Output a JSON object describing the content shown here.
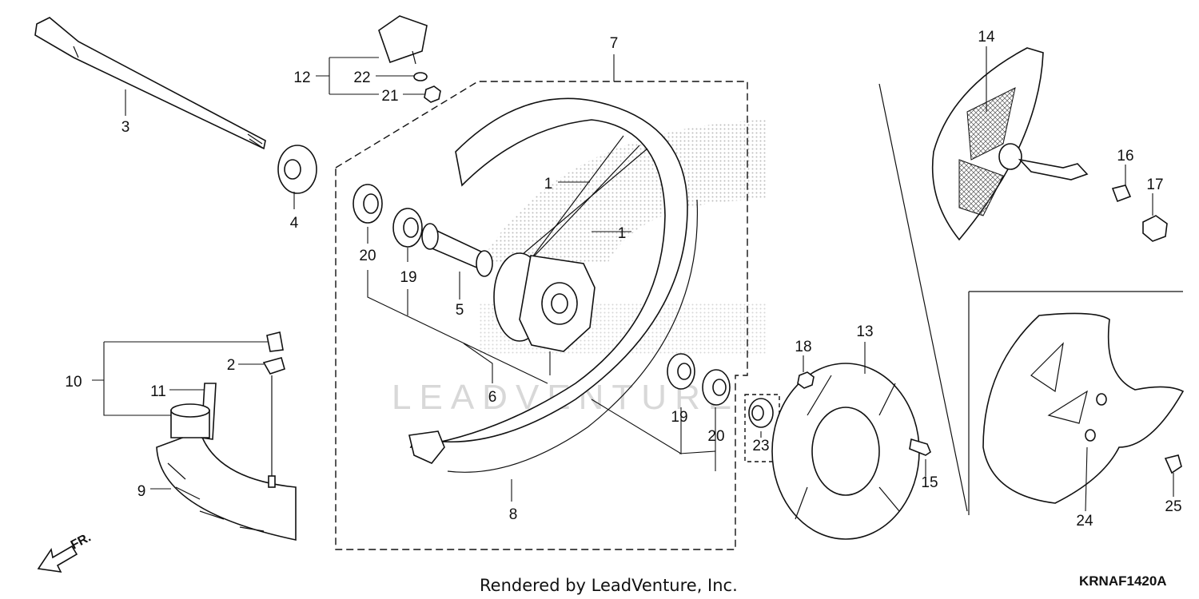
{
  "diagram": {
    "title": "",
    "watermark": "LEADVENTURE",
    "footer": "Rendered by LeadVenture, Inc.",
    "code": "KRNAF1420A",
    "direction": "FR.",
    "callouts": {
      "c1a": "1",
      "c1b": "1",
      "c2": "2",
      "c3": "3",
      "c4": "4",
      "c5": "5",
      "c6": "6",
      "c7": "7",
      "c8": "8",
      "c9": "9",
      "c10": "10",
      "c11": "11",
      "c12": "12",
      "c13": "13",
      "c14": "14",
      "c15": "15",
      "c16": "16",
      "c17": "17",
      "c18": "18",
      "c19a": "19",
      "c19b": "19",
      "c20a": "20",
      "c20b": "20",
      "c21": "21",
      "c22": "22",
      "c23": "23",
      "c24": "24",
      "c25": "25"
    }
  }
}
